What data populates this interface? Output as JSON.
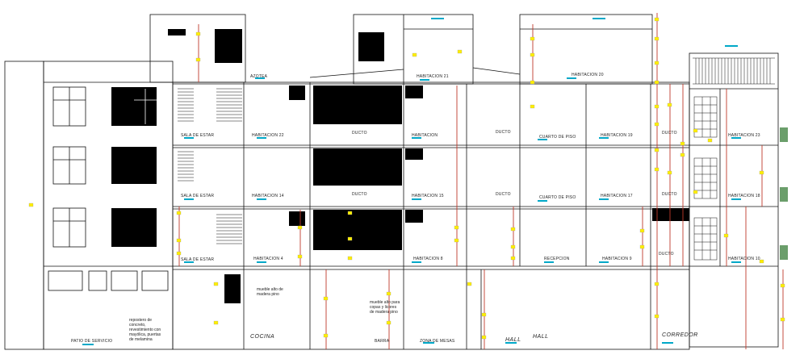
{
  "drawing": {
    "accent_yellow": "#ffee00",
    "accent_cyan": "#00a8c8",
    "accent_red": "#c0392b",
    "line": "#111111",
    "labels": {
      "azotea": "AZOTEA",
      "hab21": "HABITACION 21",
      "hab20": "HABITACION 20",
      "sala1": "SALA DE ESTAR",
      "hab22": "HABITACION 22",
      "ducto1": "DUCTO",
      "hab_a": "HABITACION",
      "ducto2": "DUCTO",
      "cuarto1": "CUARTO DE PISO",
      "hab19": "HABITACION 19",
      "ducto3": "DUCTO",
      "hab23": "HABITACION 23",
      "sala2": "SALA DE ESTAR",
      "hab14": "HABITACION 14",
      "ducto4": "DUCTO",
      "hab15": "HABITACION 15",
      "ducto5": "DUCTO",
      "cuarto2": "CUARTO DE PISO",
      "hab17": "HABITACION 17",
      "ducto6": "DUCTO",
      "hab18": "HABITACION 18",
      "sala3": "SALA DE ESTAR",
      "hab4": "HABITACION 4",
      "hab8": "HABITACION 8",
      "recepcion": "RECEPCION",
      "hab9": "HABITACION 9",
      "ducto7": "DUCTO",
      "hab10": "HABITACION 10",
      "patio": "PATIO DE SERVICIO",
      "cocina": "COCINA",
      "barra": "BARRA",
      "zona": "ZONA DE MESAS",
      "hall1": "HALL",
      "hall2": "HALL",
      "corredor": "CORREDOR"
    },
    "notes": {
      "repostero": "repostero de\nconcreto,\nrevestimiento con\nmayólica, puertas\nde melamina",
      "mueble_alto": "mueble alto de\nmadera pino",
      "mueble_bar": "mueble alto para\ncopas y licores\nde madera pino"
    }
  }
}
